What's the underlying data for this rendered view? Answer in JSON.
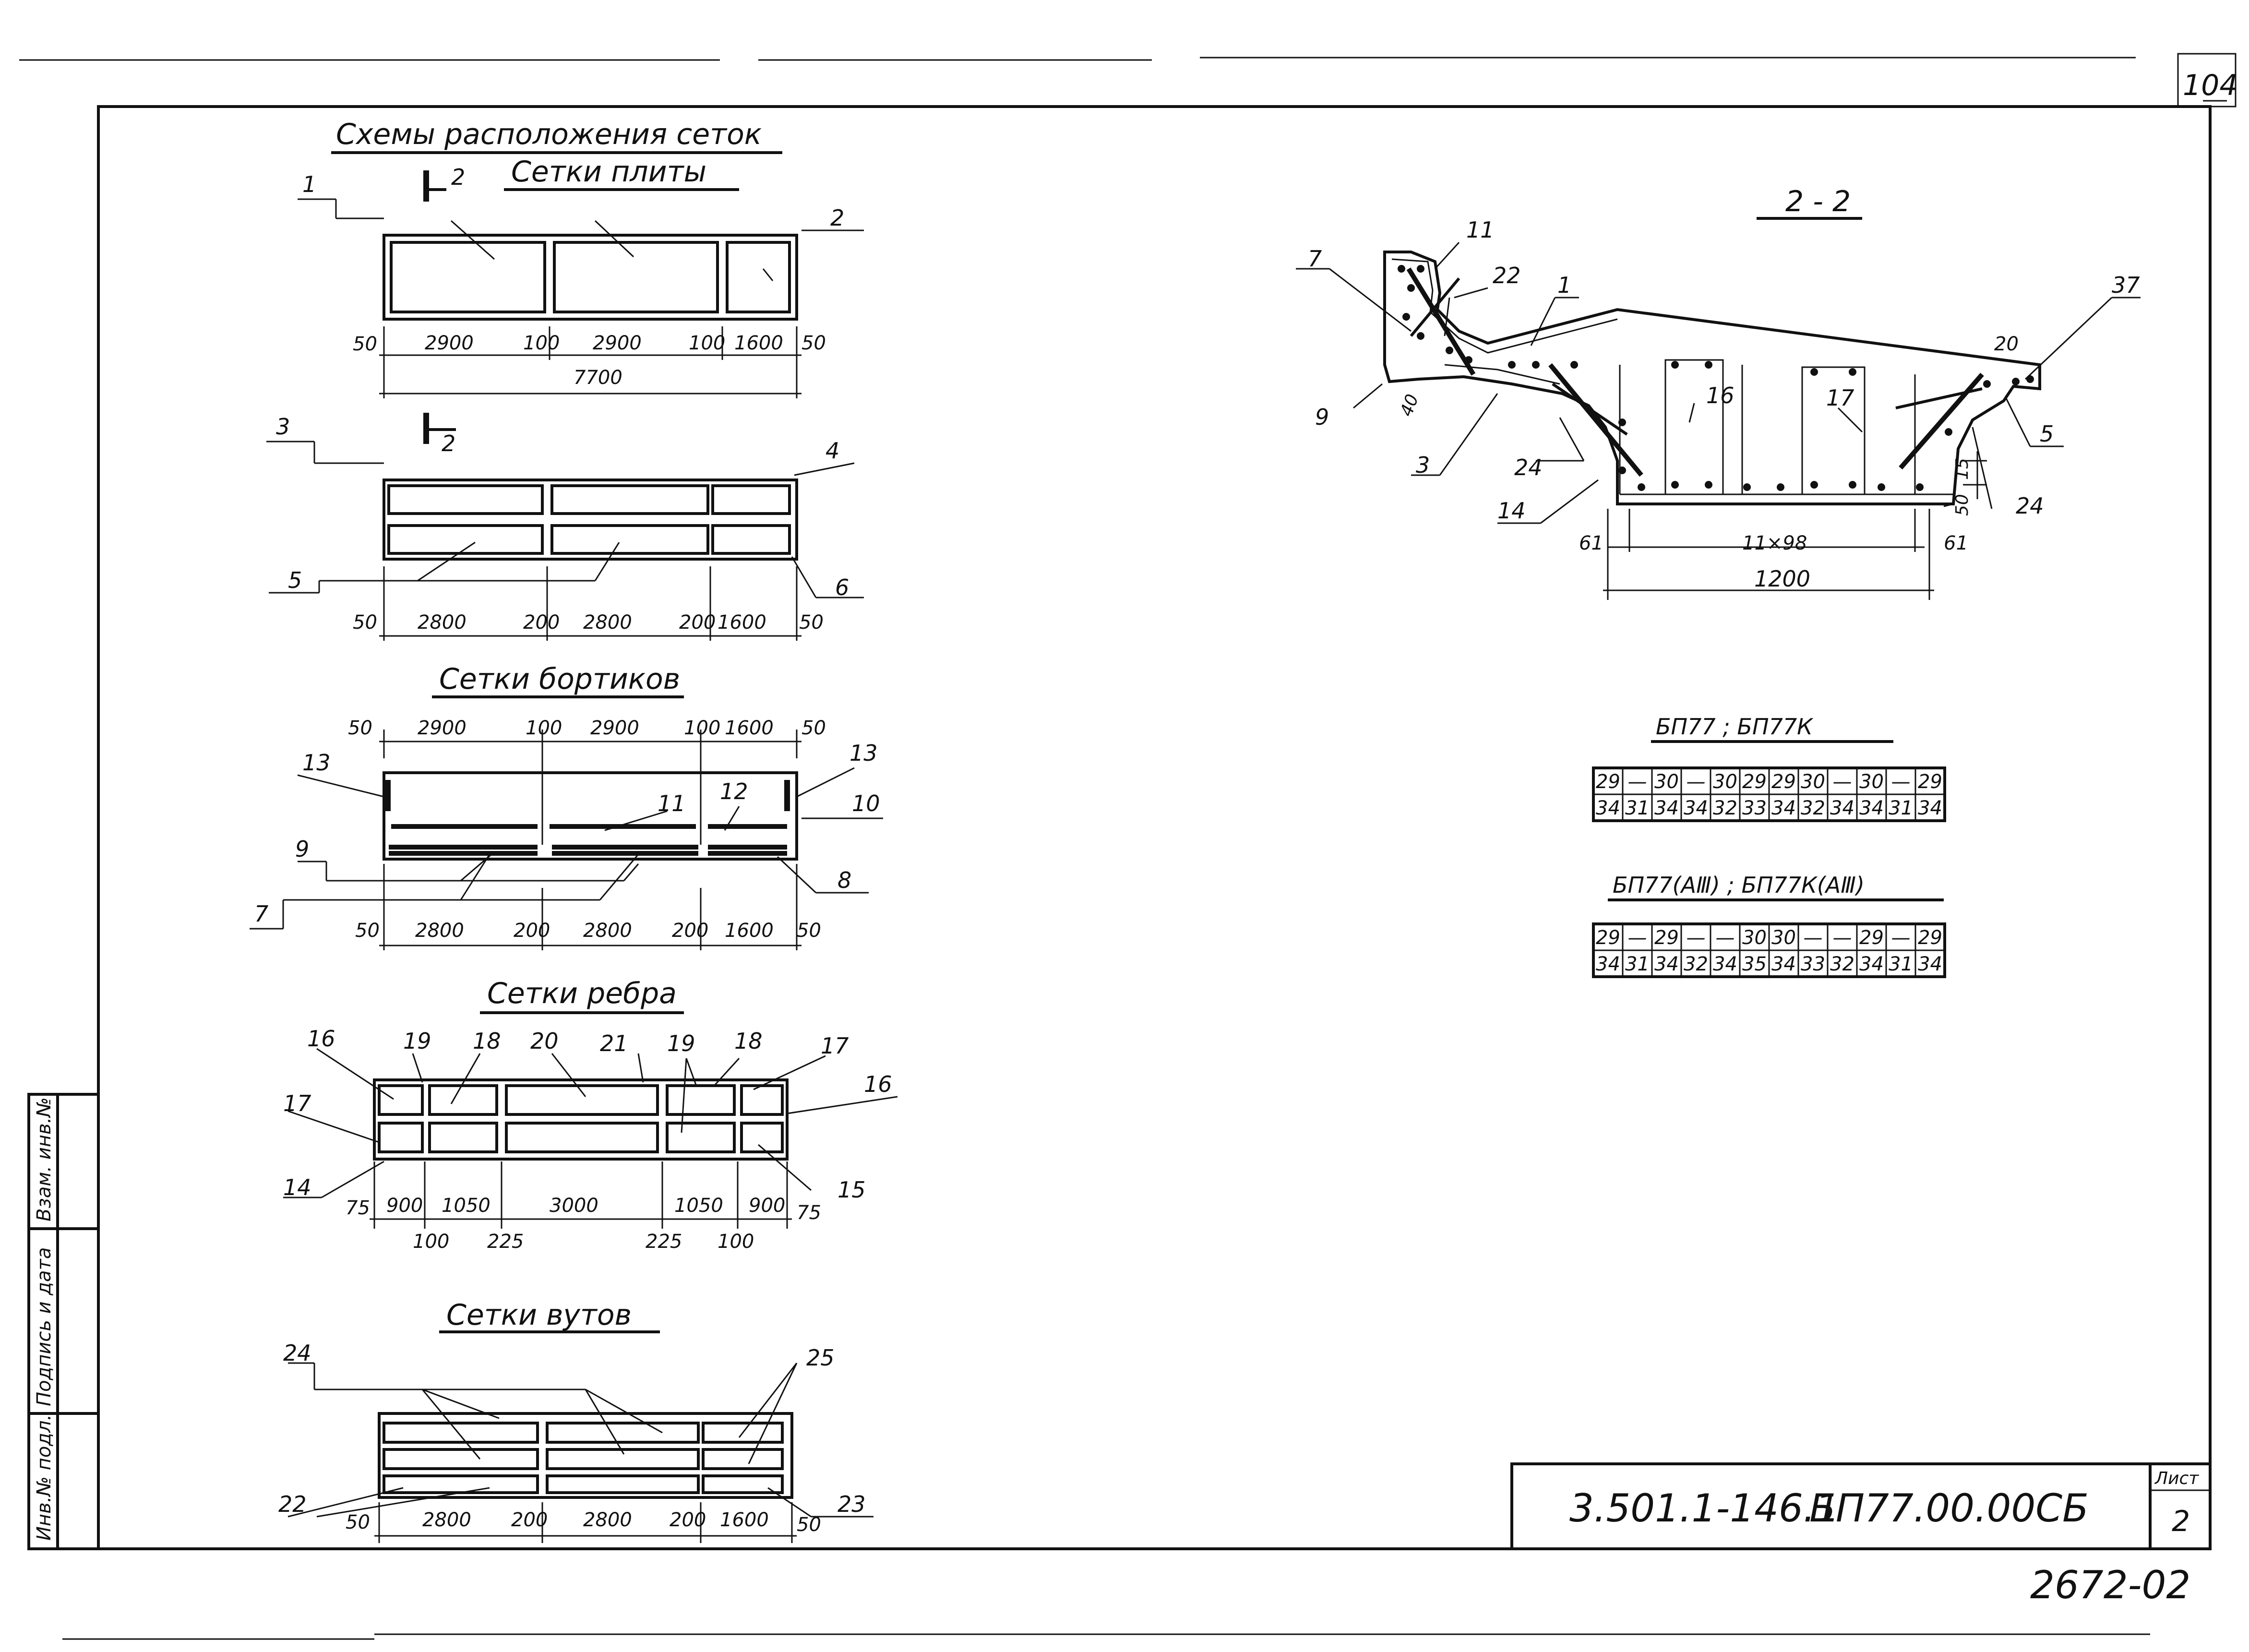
{
  "sheet_number": "104",
  "titles": {
    "main": "Схемы расположения сеток",
    "slab": "Сетки плиты",
    "curbs": "Сетки бортиков",
    "rib": "Сетки ребра",
    "haunch": "Сетки вутов",
    "section": "2 - 2"
  },
  "section_marks": {
    "a": "2",
    "b": "2"
  },
  "slab": {
    "callouts": {
      "left": "1",
      "right": "2"
    },
    "dims": [
      "50",
      "2900",
      "100",
      "2900",
      "100",
      "1600",
      "50"
    ],
    "total": "7700"
  },
  "slab_lower": {
    "callouts": {
      "left_top": "3",
      "right_top": "4",
      "left_bottom": "5",
      "right_bottom": "6"
    },
    "dims": [
      "50",
      "2800",
      "200",
      "2800",
      "200",
      "1600",
      "50"
    ]
  },
  "curbs": {
    "dims_top": [
      "50",
      "2900",
      "100",
      "2900",
      "100",
      "1600",
      "50"
    ],
    "dims_bottom": [
      "50",
      "2800",
      "200",
      "2800",
      "200",
      "1600",
      "50"
    ],
    "callouts": [
      "13",
      "13",
      "11",
      "12",
      "10",
      "9",
      "7",
      "8"
    ]
  },
  "rib": {
    "callouts_top": [
      "16",
      "19",
      "18",
      "20",
      "21",
      "19",
      "18",
      "17"
    ],
    "callouts_side": [
      "17",
      "14",
      "16",
      "15"
    ],
    "dims_top": [
      "75",
      "900",
      "1050",
      "3000",
      "1050",
      "900",
      "75"
    ],
    "dims_bottom": [
      "100",
      "225",
      "225",
      "100"
    ]
  },
  "haunch": {
    "callouts": [
      "24",
      "25",
      "22",
      "23"
    ],
    "dims": [
      "50",
      "2800",
      "200",
      "2800",
      "200",
      "1600",
      "50"
    ]
  },
  "section": {
    "callouts": [
      "7",
      "11",
      "22",
      "1",
      "37",
      "20",
      "9",
      "40",
      "3",
      "24",
      "16",
      "17",
      "5",
      "14",
      "24",
      "15",
      "50"
    ],
    "dims": {
      "left": "61",
      "mid": "11×98",
      "right": "61",
      "total": "1200"
    }
  },
  "table1": {
    "title": "БП77 ; БП77К",
    "row1": [
      "29",
      "—",
      "30",
      "—",
      "30",
      "29",
      "29",
      "30",
      "—",
      "30",
      "—",
      "29"
    ],
    "row2": [
      "34",
      "31",
      "34",
      "34",
      "32",
      "33",
      "34",
      "32",
      "34",
      "34",
      "31",
      "34"
    ]
  },
  "table2": {
    "title": "БП77(АⅢ) ; БП77К(АⅢ)",
    "row1": [
      "29",
      "—",
      "29",
      "—",
      "—",
      "30",
      "30",
      "—",
      "—",
      "29",
      "—",
      "29"
    ],
    "row2": [
      "34",
      "31",
      "34",
      "32",
      "34",
      "35",
      "34",
      "33",
      "32",
      "34",
      "31",
      "34"
    ]
  },
  "side_stamp": [
    "Инв.№ подл.",
    "Подпись и дата",
    "Взам. инв.№"
  ],
  "title_block": {
    "code": "3.501.1-146.1",
    "doc": "БП77.00.00СБ",
    "sheet_label": "Лист",
    "sheet": "2"
  },
  "bottom_code": "2672-02"
}
